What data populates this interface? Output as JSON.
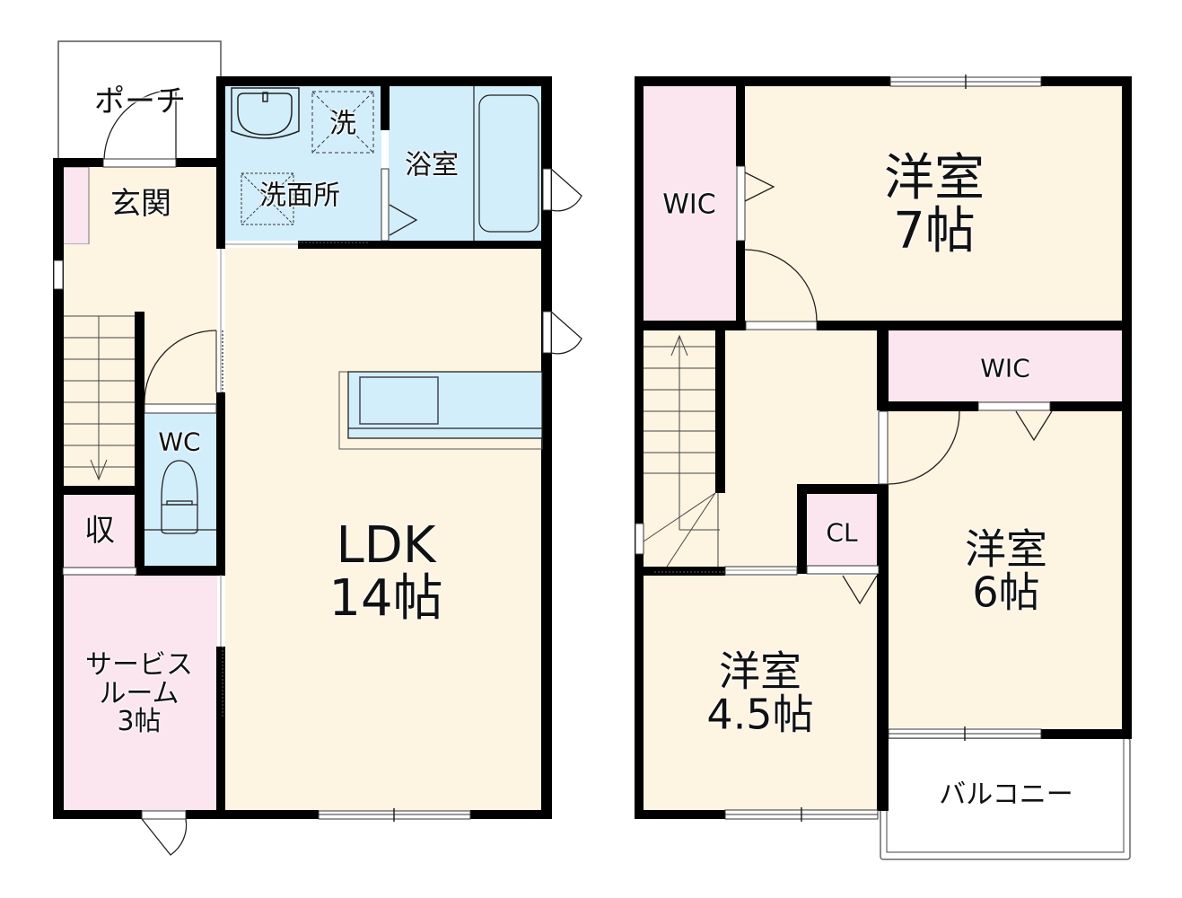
{
  "colors": {
    "wall": "#000000",
    "floor_living": "#fdf4e1",
    "floor_wet": "#d3eefb",
    "floor_storage": "#fbe5ef",
    "outdoor": "#ffffff",
    "line": "#222222"
  },
  "floor1": {
    "porch": {
      "label": "ポーチ"
    },
    "entrance": {
      "label": "玄関"
    },
    "washroom": {
      "label": "洗面所",
      "washer_label": "洗"
    },
    "bathroom": {
      "label": "浴室"
    },
    "wc": {
      "label": "WC"
    },
    "storage": {
      "label": "収"
    },
    "service_room": {
      "line1": "サービス",
      "line2": "ルーム",
      "line3": "3帖"
    },
    "ldk": {
      "line1": "LDK",
      "line2": "14帖"
    }
  },
  "floor2": {
    "wic_left": {
      "label": "WIC"
    },
    "bedroom_7": {
      "line1": "洋室",
      "line2": "7帖"
    },
    "wic_right": {
      "label": "WIC"
    },
    "closet": {
      "label": "CL"
    },
    "bedroom_6": {
      "line1": "洋室",
      "line2": "6帖"
    },
    "bedroom_45": {
      "line1": "洋室",
      "line2": "4.5帖"
    },
    "balcony": {
      "label": "バルコニー"
    }
  }
}
